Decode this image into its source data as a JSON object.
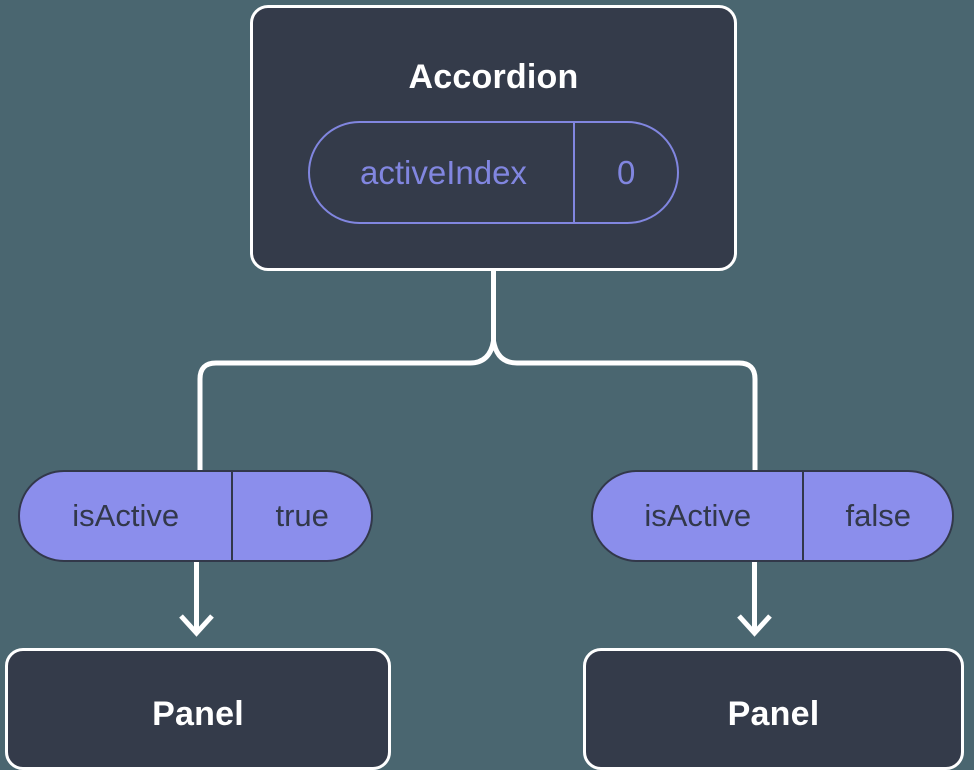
{
  "diagram": {
    "background_color": "#4a6670",
    "node_fill_color": "#343b4a",
    "node_border_color": "#ffffff",
    "pill_fill_color": "#8b8eec",
    "pill_outline_color": "#8186e0",
    "connector_color": "#ffffff"
  },
  "root": {
    "title": "Accordion",
    "state_pill": {
      "key": "activeIndex",
      "value": "0"
    }
  },
  "branches": [
    {
      "prop_pill": {
        "key": "isActive",
        "value": "true"
      },
      "child": {
        "title": "Panel"
      }
    },
    {
      "prop_pill": {
        "key": "isActive",
        "value": "false"
      },
      "child": {
        "title": "Panel"
      }
    }
  ]
}
